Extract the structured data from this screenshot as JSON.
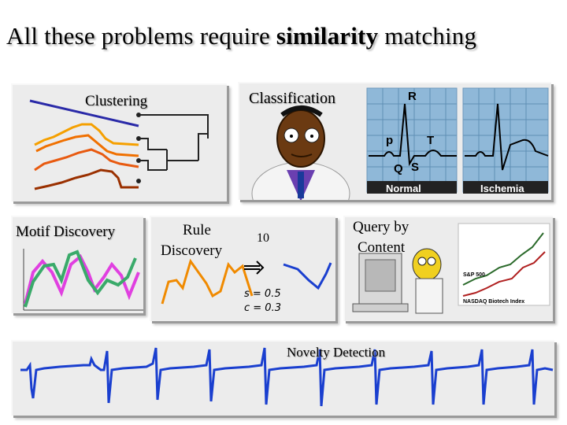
{
  "title": {
    "prefix": "All these problems require ",
    "emph": "similarity",
    "suffix": " matching"
  },
  "panels": {
    "clustering": {
      "label": "Clustering"
    },
    "classification": {
      "label": "Classification",
      "ecg_normal": "Normal",
      "ecg_ischemia": "Ischemia",
      "wave_labels": {
        "r": "R",
        "p": "p",
        "t": "T",
        "q": "Q",
        "s": "S"
      }
    },
    "motif": {
      "label": "Motif Discovery"
    },
    "rule": {
      "label_line1": "Rule",
      "label_line2": "Discovery",
      "window": "10",
      "s_value": "s = 0.5",
      "c_value": "c = 0.3"
    },
    "query": {
      "label_line1": "Query by",
      "label_line2": "Content",
      "stock_label1": "S&P 500",
      "stock_label2": "NASDAQ Biotech Index"
    },
    "novelty": {
      "label": "Novelty Detection"
    }
  },
  "colors": {
    "ecg_blue": "#1a3fcf",
    "grid_blue": "#8fb8d8",
    "orange": "#f08a00",
    "motif_pink": "#e040e0",
    "motif_green": "#3aaa6a"
  }
}
